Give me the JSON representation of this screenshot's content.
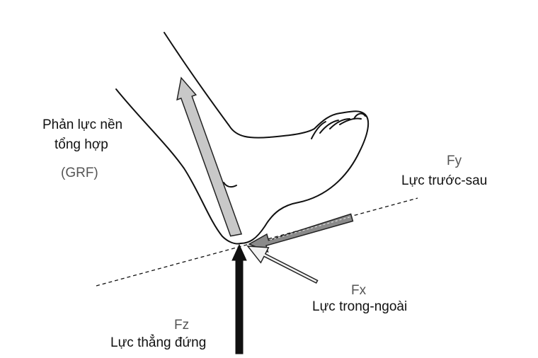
{
  "labels": {
    "grf_line1": "Phản lực nền",
    "grf_line2": "tổng hợp",
    "grf_abbr": "(GRF)",
    "fy_symbol": "Fy",
    "fy_name": "Lực trước-sau",
    "fx_symbol": "Fx",
    "fx_name": "Lực trong-ngoài",
    "fz_symbol": "Fz",
    "fz_name": "Lực thẳng đứng"
  },
  "colors": {
    "outline": "#111111",
    "grf_arrow_fill": "#c8c8c8",
    "fy_arrow_fill": "#8a8a8a",
    "fx_arrow_fill": "#f2f2f2",
    "fz_arrow_fill": "#111111",
    "label_text": "#111111",
    "symbol_text": "#555555"
  }
}
